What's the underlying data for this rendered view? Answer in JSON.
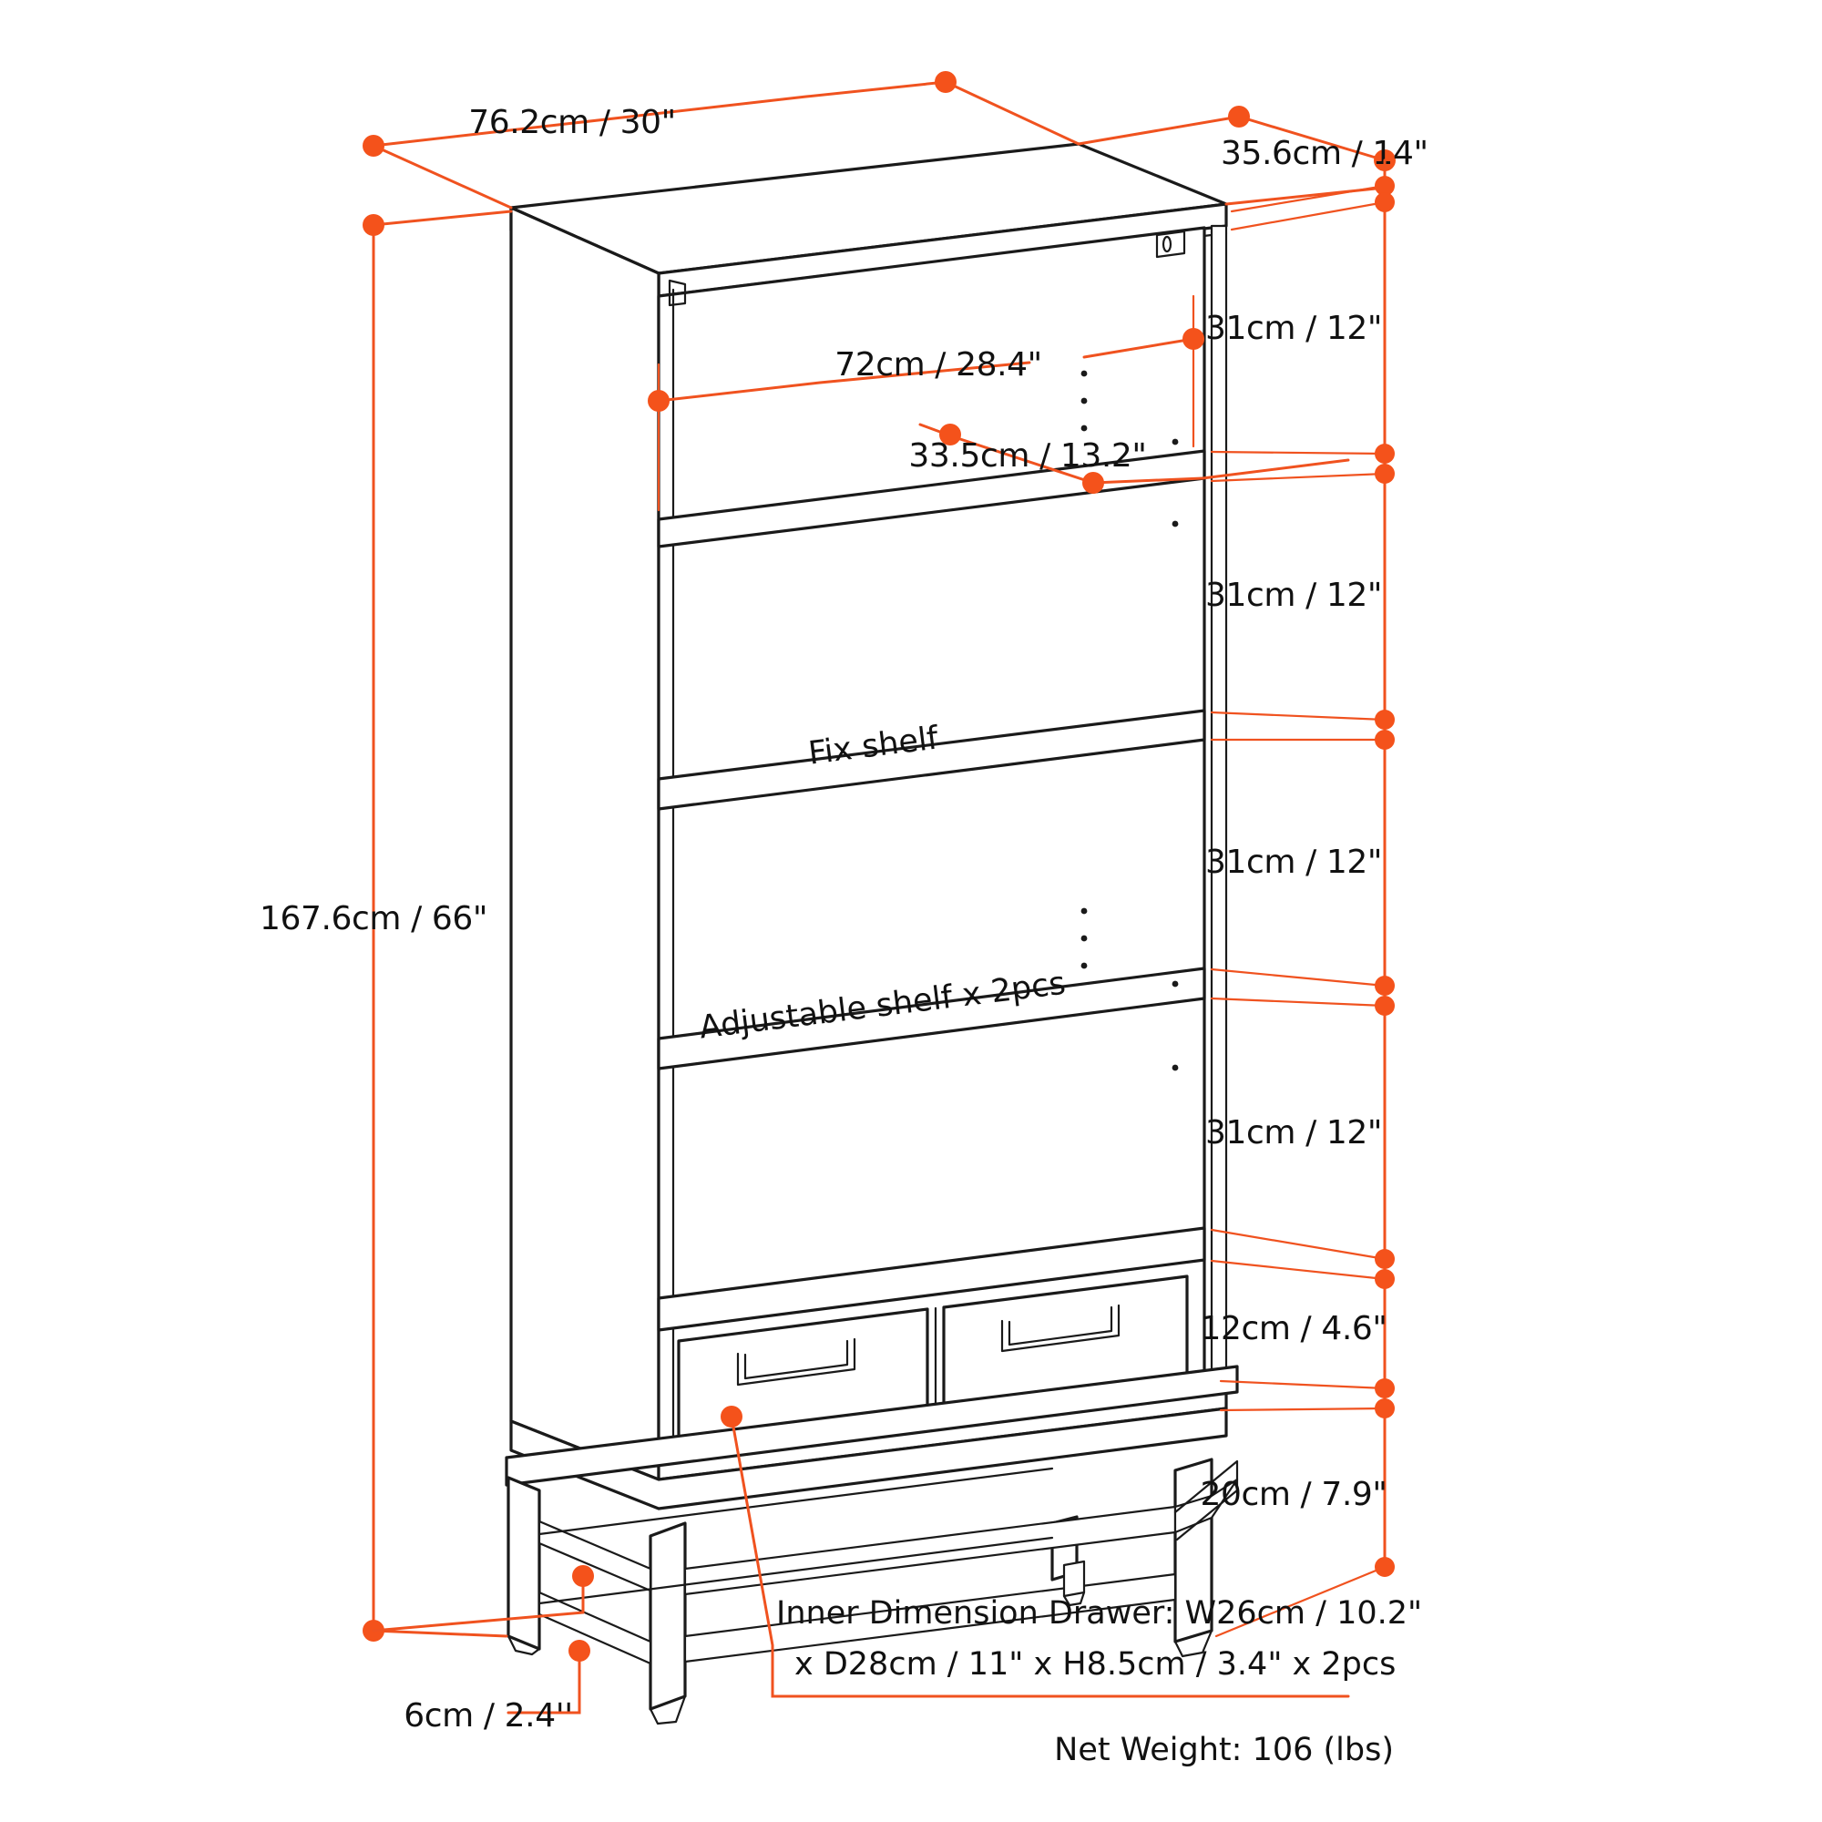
{
  "diagram": {
    "title": "Bookcase dimension drawing",
    "accent_color": "#F4521B",
    "line_color": "#1a1a1a",
    "background": "#ffffff"
  },
  "dimensions": {
    "width_top": "76.2cm / 30\"",
    "depth_top": "35.6cm / 14\"",
    "inner_width": "72cm / 28.4\"",
    "inner_depth": "33.5cm / 13.2\"",
    "total_height": "167.6cm / 66\"",
    "bay_1": "31cm / 12\"",
    "bay_2": "31cm / 12\"",
    "bay_3": "31cm / 12\"",
    "bay_4": "31cm / 12\"",
    "drawer_height": "12cm / 4.6\"",
    "base_height": "20cm / 7.9\"",
    "foot_width": "6cm / 2.4''"
  },
  "callouts": {
    "fix_shelf": "Fix shelf",
    "adjustable_shelf": "Adjustable shelf x 2pcs",
    "drawer_inner_line1": "Inner Dimension Drawer: W26cm / 10.2\"",
    "drawer_inner_line2": "x D28cm / 11\" x H8.5cm / 3.4\" x 2pcs",
    "net_weight": "Net Weight:  106 (lbs)"
  }
}
